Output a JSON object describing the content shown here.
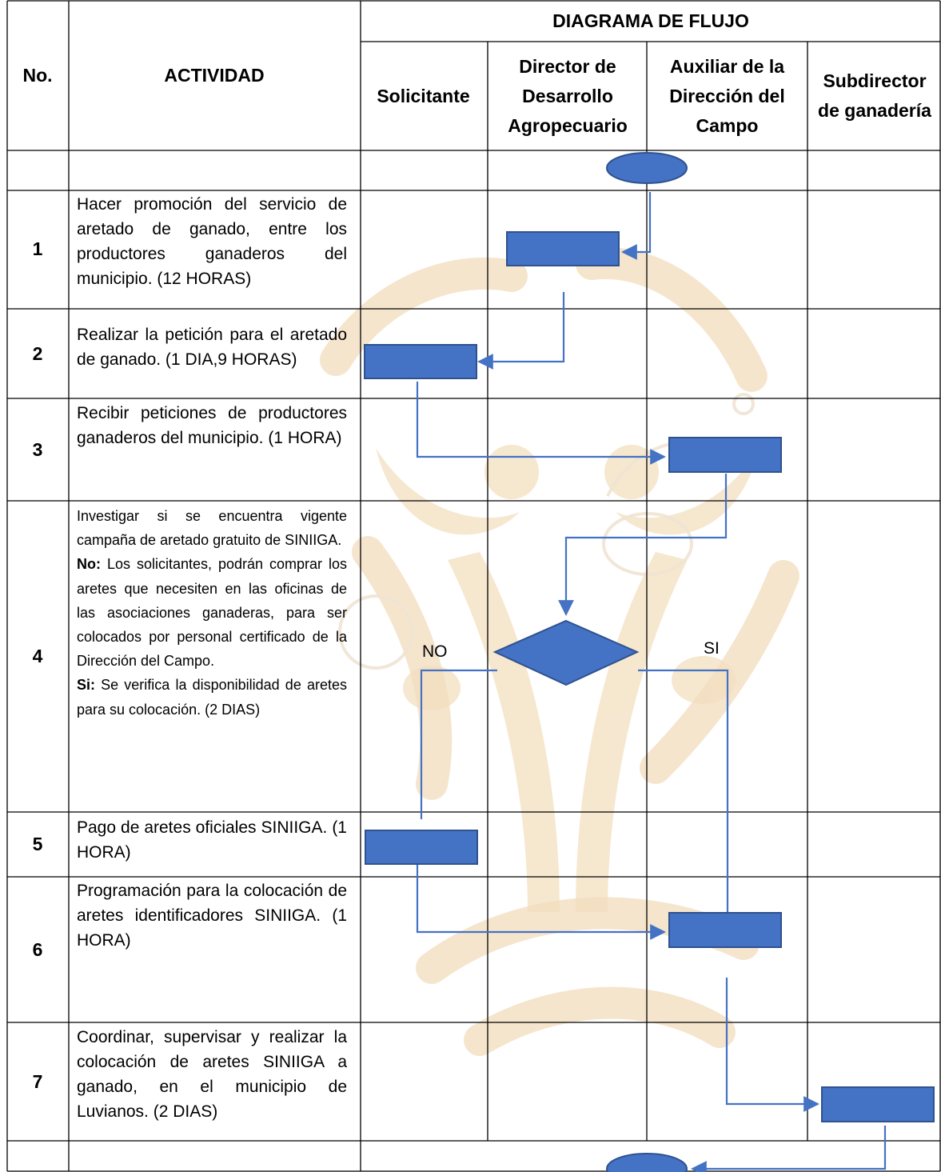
{
  "header": {
    "no": "No.",
    "actividad": "ACTIVIDAD",
    "diagrama": "DIAGRAMA DE FLUJO",
    "lanes": [
      "Solicitante",
      "Director de Desarrollo Agropecuario",
      "Auxiliar de la Dirección del Campo",
      "Subdirector de ganadería"
    ]
  },
  "rows": [
    {
      "no": "1",
      "text": "Hacer promoción del servicio de aretado de ganado, entre los productores ganaderos del municipio. (12 HORAS)"
    },
    {
      "no": "2",
      "text": "Realizar la petición para el aretado de ganado. (1 DIA,9 HORAS)"
    },
    {
      "no": "3",
      "text": "Recibir peticiones de productores ganaderos del municipio. (1 HORA)"
    },
    {
      "no": "4",
      "intro": "Investigar si se encuentra vigente campaña de aretado gratuito de SINIIGA.",
      "no_label": "No:",
      "no_text": " Los solicitantes, podrán comprar los aretes que necesiten en las oficinas de las asociaciones ganaderas, para ser colocados por personal certificado de la Dirección del Campo.",
      "si_label": "Si:",
      "si_text": " Se verifica la disponibilidad de aretes para su colocación. (2 DIAS)"
    },
    {
      "no": "5",
      "text": "Pago de aretes oficiales SINIIGA. (1 HORA)"
    },
    {
      "no": "6",
      "text": "Programación para la colocación de aretes identificadores SINIIGA. (1 HORA)"
    },
    {
      "no": "7",
      "text": "Coordinar, supervisar y realizar la colocación de aretes SINIIGA a ganado, en el municipio de Luvianos. (2 DIAS)"
    }
  ],
  "flow": {
    "decision_no": "NO",
    "decision_si": "SI"
  },
  "colors": {
    "shape": "#4472c4",
    "shape_border": "#2f528f",
    "line": "#4472c4",
    "watermark": "#f3dfc0",
    "grid": "#000000"
  }
}
